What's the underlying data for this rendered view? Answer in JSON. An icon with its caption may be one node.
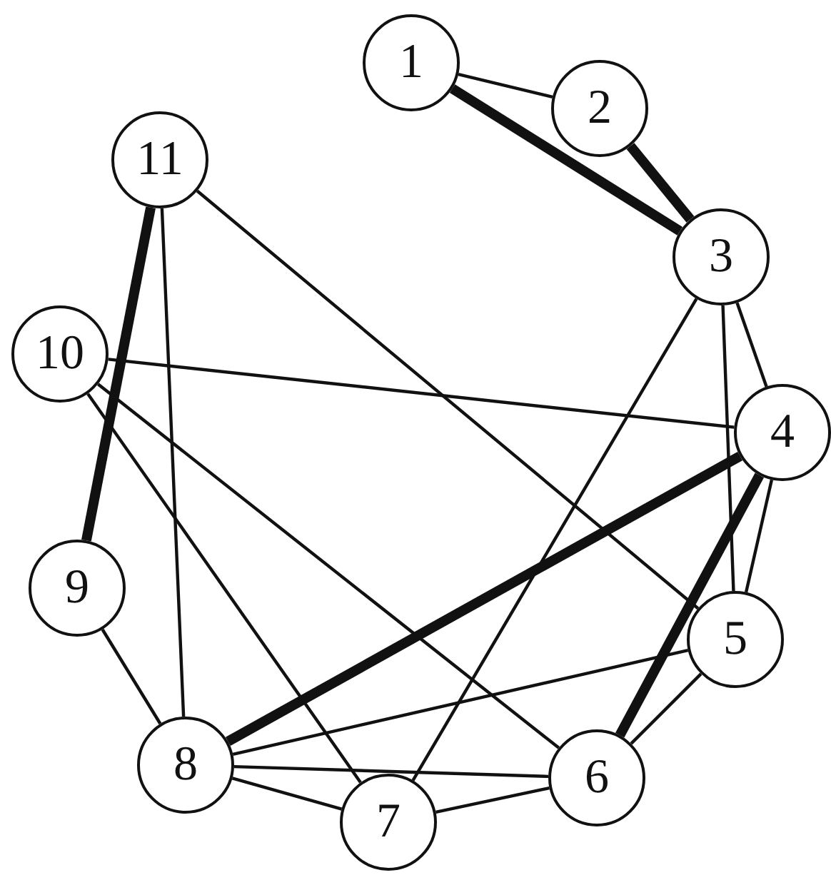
{
  "diagram": {
    "nodes": [
      {
        "text": [
          "1"
        ]
      },
      {
        "text": [
          "2"
        ]
      },
      {
        "text": [
          "3"
        ]
      },
      {
        "text": [
          "4"
        ]
      },
      {
        "text": [
          "5"
        ]
      },
      {
        "text": [
          "6"
        ]
      },
      {
        "text": [
          "7"
        ]
      },
      {
        "text": [
          "8"
        ]
      },
      {
        "text": [
          "9"
        ]
      },
      {
        "text": [
          "10"
        ]
      },
      {
        "text": [
          "11"
        ]
      }
    ],
    "edges": [
      {
        "from": 0,
        "to": 1,
        "arrow": "none"
      },
      {
        "from": 0,
        "to": 2,
        "arrow": "none",
        "style": "thick"
      },
      {
        "from": 1,
        "to": 2,
        "arrow": "none",
        "style": "thick"
      },
      {
        "from": 2,
        "to": 3,
        "arrow": "none"
      },
      {
        "from": 2,
        "to": 4,
        "arrow": "none"
      },
      {
        "from": 2,
        "to": 6,
        "arrow": "none"
      },
      {
        "from": 3,
        "to": 4,
        "arrow": "none"
      },
      {
        "from": 3,
        "to": 5,
        "arrow": "none",
        "style": "thick"
      },
      {
        "from": 3,
        "to": 7,
        "arrow": "none",
        "style": "thick"
      },
      {
        "from": 3,
        "to": 9,
        "arrow": "none"
      },
      {
        "from": 4,
        "to": 5,
        "arrow": "none"
      },
      {
        "from": 4,
        "to": 7,
        "arrow": "none"
      },
      {
        "from": 4,
        "to": 10,
        "arrow": "none"
      },
      {
        "from": 5,
        "to": 6,
        "arrow": "none"
      },
      {
        "from": 5,
        "to": 7,
        "arrow": "none"
      },
      {
        "from": 5,
        "to": 9,
        "arrow": "none"
      },
      {
        "from": 6,
        "to": 7,
        "arrow": "none"
      },
      {
        "from": 6,
        "to": 9,
        "arrow": "none"
      },
      {
        "from": 7,
        "to": 8,
        "arrow": "none"
      },
      {
        "from": 7,
        "to": 10,
        "arrow": "none"
      },
      {
        "from": 8,
        "to": 10,
        "arrow": "none",
        "style": "thick"
      }
    ]
  }
}
